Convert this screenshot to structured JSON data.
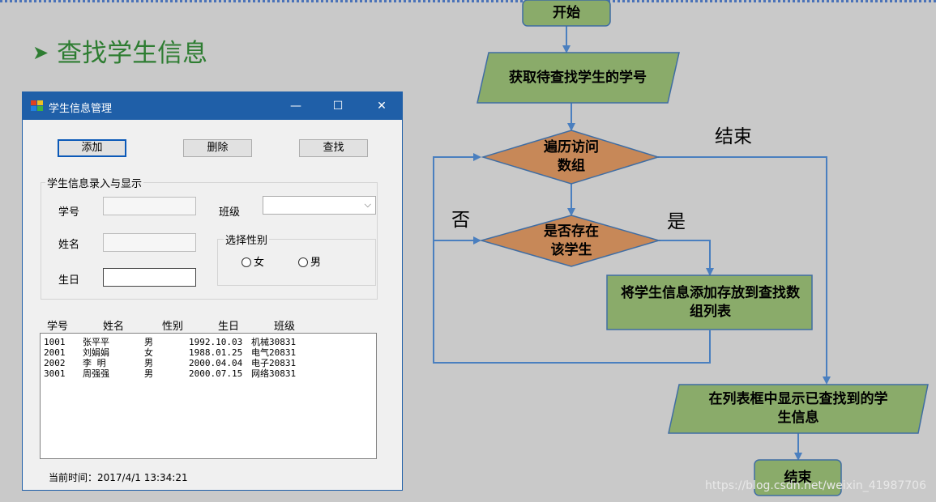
{
  "slide": {
    "title": "查找学生信息",
    "watermark": "https://blog.csdn.net/weixin_41987706"
  },
  "window": {
    "title": "学生信息管理",
    "controls": {
      "minimize": "—",
      "maximize": "☐",
      "close": "✕"
    },
    "buttons": {
      "add": "添加",
      "delete": "删除",
      "find": "查找"
    },
    "group_title": "学生信息录入与显示",
    "fields": {
      "student_id_label": "学号",
      "class_label": "班级",
      "name_label": "姓名",
      "birthday_label": "生日",
      "gender_group_title": "选择性别",
      "female": "女",
      "male": "男"
    },
    "list": {
      "headers": [
        "学号",
        "姓名",
        "性别",
        "生日",
        "班级"
      ],
      "rows": [
        [
          "1001",
          "张平平",
          "男",
          "1992.10.03",
          "机械30831"
        ],
        [
          "2001",
          "刘娟娟",
          "女",
          "1988.01.25",
          "电气20831"
        ],
        [
          "2002",
          "李  明",
          "男",
          "2000.04.04",
          "电子20831"
        ],
        [
          "3001",
          "周强强",
          "男",
          "2000.07.15",
          "网络30831"
        ]
      ]
    },
    "status_label": "当前时间：",
    "status_time": "2017/4/1 13:34:21"
  },
  "flowchart": {
    "colors": {
      "box": "#8aab6a",
      "diamond": "#c78858",
      "stroke": "#3f6da3",
      "arrow": "#4a7fbf"
    },
    "nodes": {
      "start": "开始",
      "input": "获取待查找学生的学号",
      "loop": "遍历访问数组",
      "check": "是否存在该学生",
      "store": "将学生信息添加存放到查找数组列表",
      "output": "在列表框中显示已查找到的学生信息",
      "end": "结束"
    },
    "edge_labels": {
      "done": "结束",
      "no": "否",
      "yes": "是"
    }
  }
}
